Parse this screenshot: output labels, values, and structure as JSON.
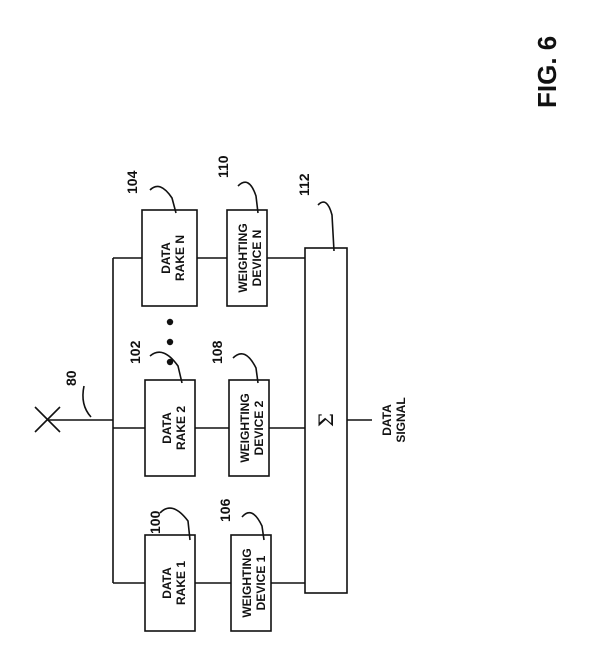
{
  "figure_label": "FIG. 6",
  "antenna_ref": "80",
  "rakes": [
    {
      "line1": "DATA",
      "line2": "RAKE 1",
      "ref": "100"
    },
    {
      "line1": "DATA",
      "line2": "RAKE 2",
      "ref": "102"
    },
    {
      "line1": "DATA",
      "line2": "RAKE N",
      "ref": "104"
    }
  ],
  "weights": [
    {
      "line1": "WEIGHTING",
      "line2": "DEVICE 1",
      "ref": "106"
    },
    {
      "line1": "WEIGHTING",
      "line2": "DEVICE 2",
      "ref": "108"
    },
    {
      "line1": "WEIGHTING",
      "line2": "DEVICE N",
      "ref": "110"
    }
  ],
  "combiner": {
    "symbol": "Σ",
    "ref": "112"
  },
  "output": {
    "line1": "DATA",
    "line2": "SIGNAL"
  }
}
